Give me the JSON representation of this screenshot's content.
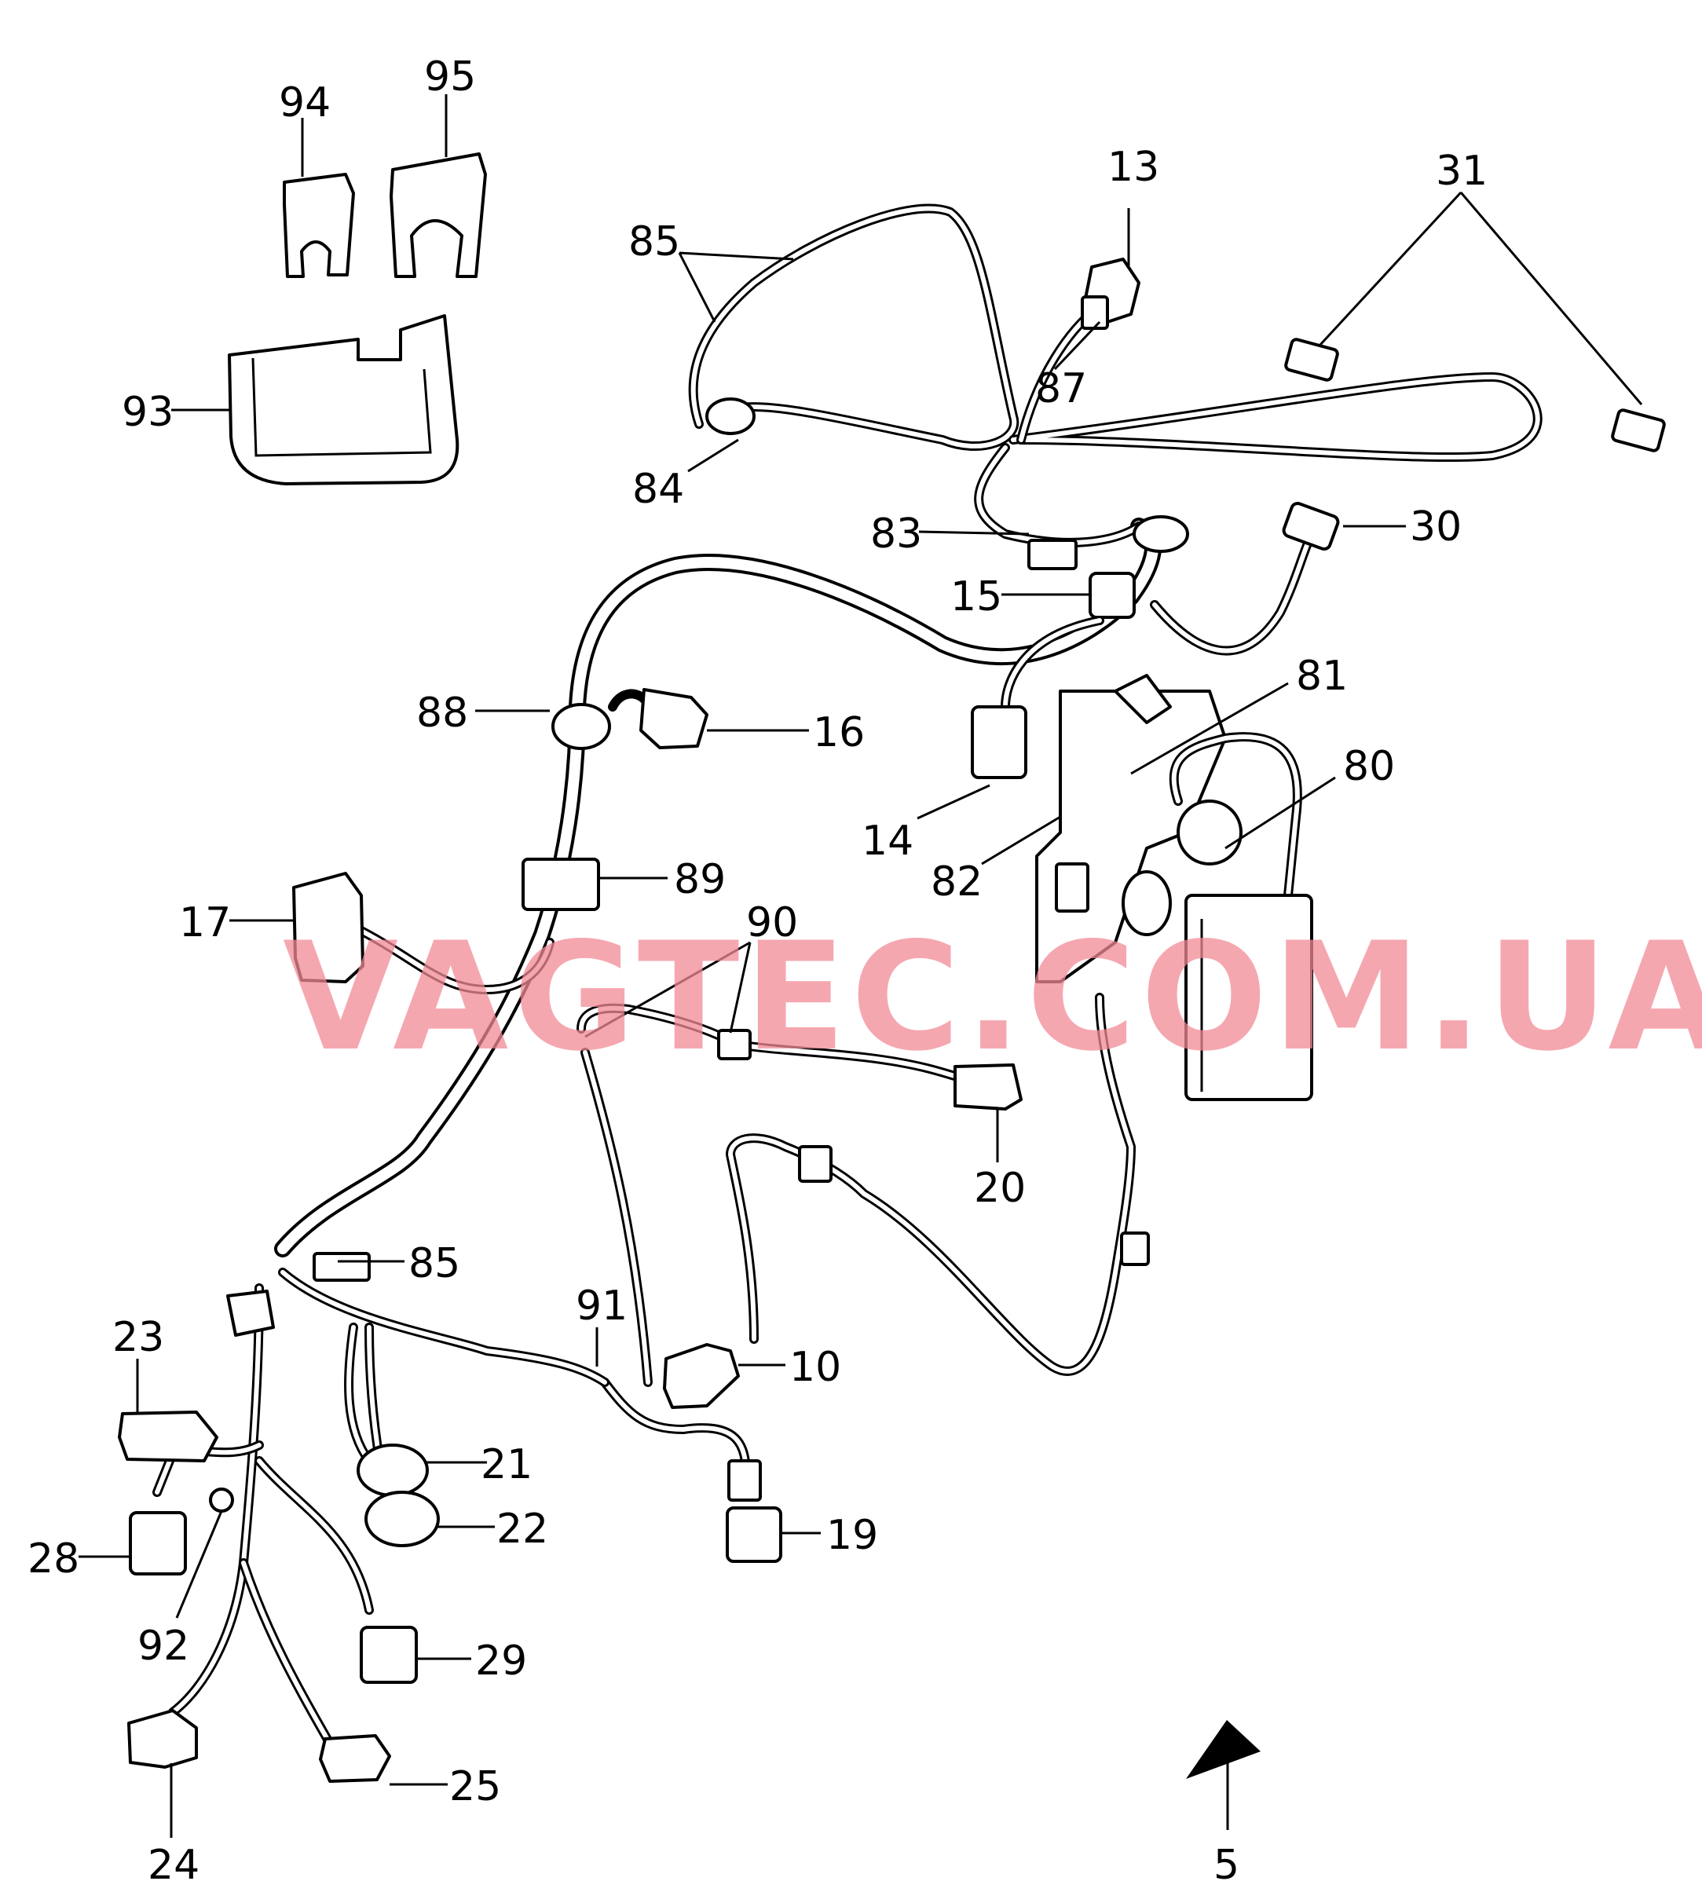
{
  "watermark": "VAGTEC.COM.UA",
  "callouts": {
    "c94": "94",
    "c95": "95",
    "c93": "93",
    "c85a": "85",
    "c84": "84",
    "c13": "13",
    "c87": "87",
    "c31": "31",
    "c83": "83",
    "c30": "30",
    "c15": "15",
    "c81": "81",
    "c88": "88",
    "c16": "16",
    "c80": "80",
    "c14": "14",
    "c82": "82",
    "c17": "17",
    "c89": "89",
    "c90": "90",
    "c20": "20",
    "c85b": "85",
    "c91": "91",
    "c10": "10",
    "c23": "23",
    "c21": "21",
    "c22": "22",
    "c28": "28",
    "c19": "19",
    "c92": "92",
    "c29": "29",
    "c25": "25",
    "c24": "24",
    "c5": "5"
  }
}
